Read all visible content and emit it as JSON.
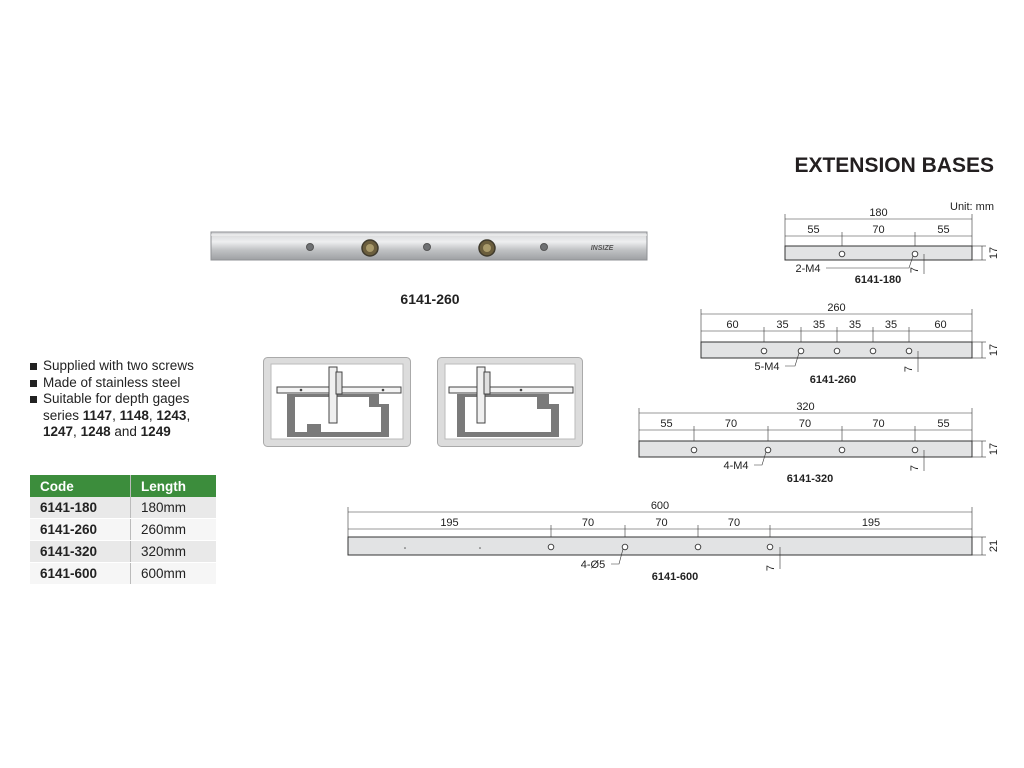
{
  "title": "EXTENSION BASES",
  "unit": "Unit: mm",
  "photo_caption": "6141-260",
  "brand_logo": "INSIZE",
  "features": {
    "item1": "Supplied with two screws",
    "item2": "Made of stainless steel",
    "item3_prefix": "Suitable for depth gages",
    "item3_series": "series",
    "series_1147": "1147",
    "series_1148": "1148",
    "series_1243": "1243",
    "series_1247": "1247",
    "series_1248": "1248",
    "series_and": "and",
    "series_1249": "1249"
  },
  "table": {
    "headers": [
      "Code",
      "Length"
    ],
    "rows": [
      {
        "code": "6141-180",
        "length": "180mm"
      },
      {
        "code": "6141-260",
        "length": "260mm"
      },
      {
        "code": "6141-320",
        "length": "320mm"
      },
      {
        "code": "6141-600",
        "length": "600mm"
      }
    ]
  },
  "drawings": {
    "d180": {
      "total": "180",
      "segments": [
        "55",
        "70",
        "55"
      ],
      "hole_note": "2-M4",
      "height": "17",
      "offset": "7",
      "model": "6141-180"
    },
    "d260": {
      "total": "260",
      "segments": [
        "60",
        "35",
        "35",
        "35",
        "35",
        "60"
      ],
      "hole_note": "5-M4",
      "height": "17",
      "offset": "7",
      "model": "6141-260"
    },
    "d320": {
      "total": "320",
      "segments": [
        "55",
        "70",
        "70",
        "70",
        "55"
      ],
      "hole_note": "4-M4",
      "height": "17",
      "offset": "7",
      "model": "6141-320"
    },
    "d600": {
      "total": "600",
      "segments": [
        "195",
        "70",
        "70",
        "70",
        "195"
      ],
      "hole_note": "4-Ø5",
      "height": "21",
      "offset": "7",
      "model": "6141-600"
    }
  }
}
